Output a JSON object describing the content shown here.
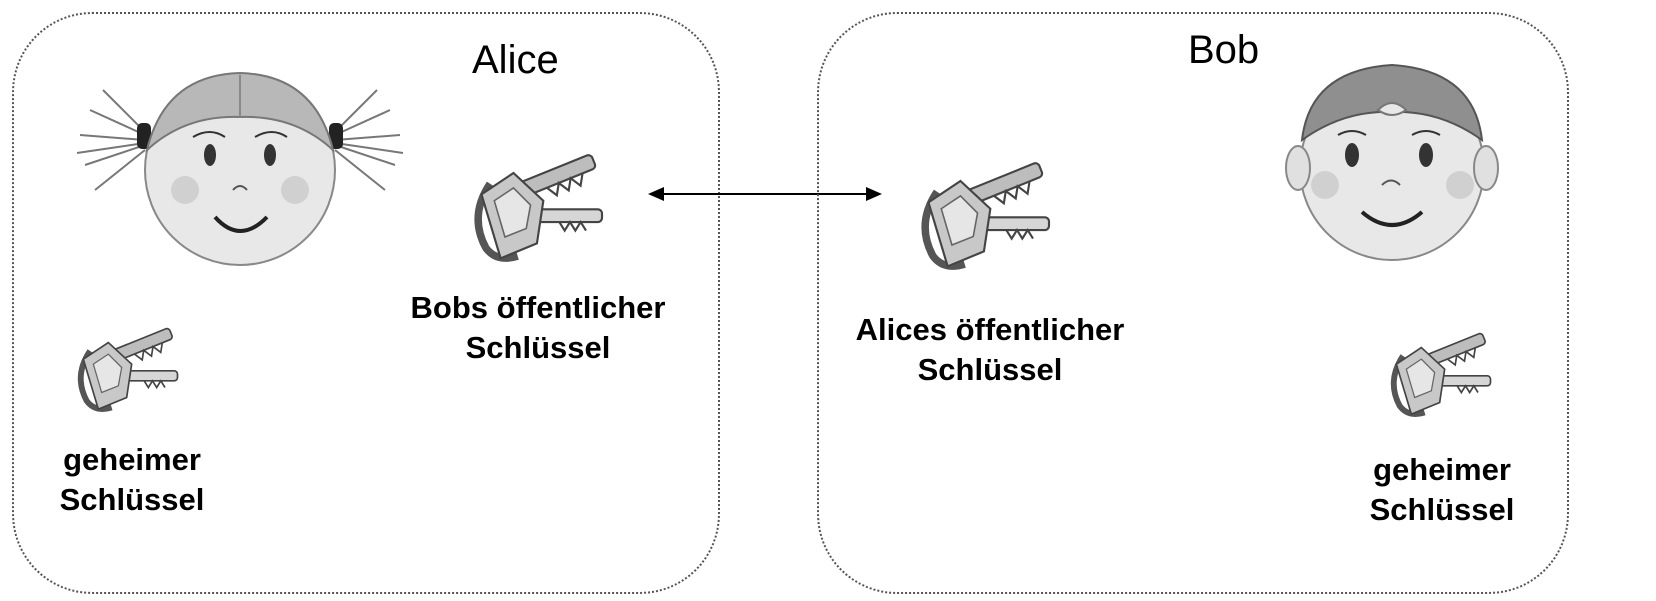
{
  "alice": {
    "name": "Alice",
    "public_key_label": [
      "Bobs öffentlicher",
      "Schlüssel"
    ],
    "secret_key_label": [
      "geheimer",
      "Schlüssel"
    ]
  },
  "bob": {
    "name": "Bob",
    "public_key_label": [
      "Alices öffentlicher",
      "Schlüssel"
    ],
    "secret_key_label": [
      "geheimer",
      "Schlüssel"
    ]
  },
  "icons": {
    "alice_face": "girl-face-icon",
    "bob_face": "boy-face-icon",
    "key": "key-pair-icon",
    "exchange": "double-arrow-icon"
  },
  "colors": {
    "border": "#555555",
    "text": "#000000",
    "key_light": "#cccccc",
    "key_dark": "#8a8a8a"
  }
}
